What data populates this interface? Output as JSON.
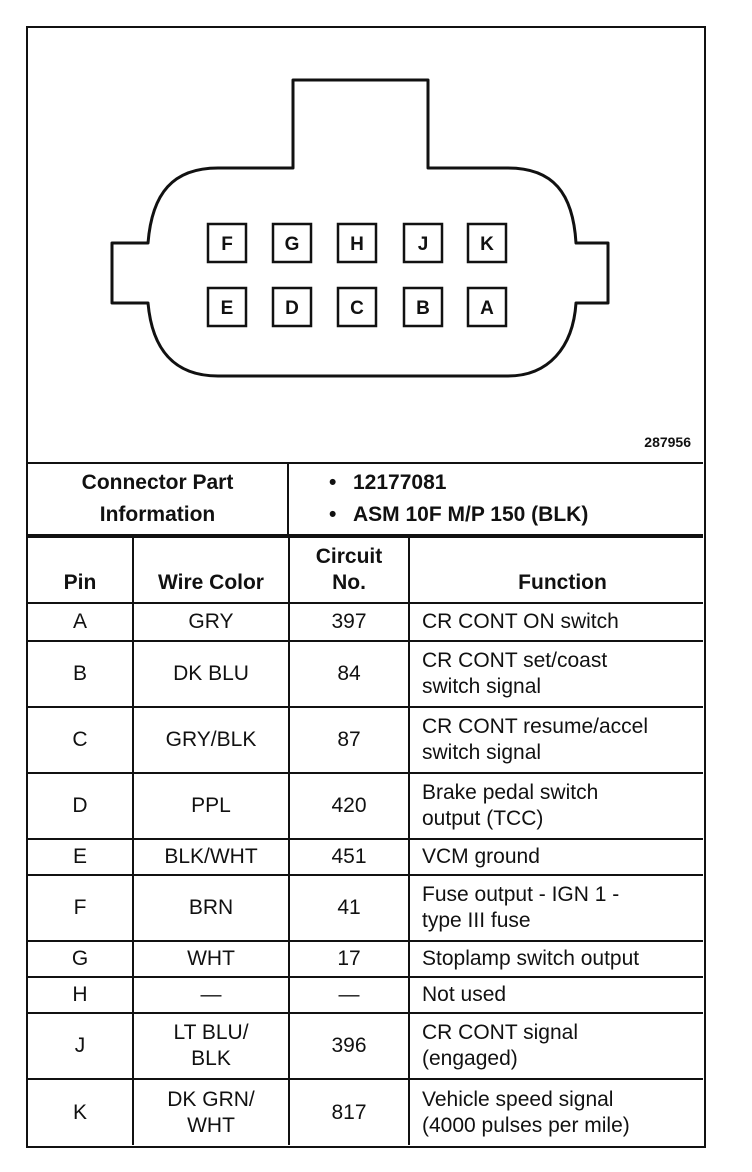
{
  "figure_id": "287956",
  "connector": {
    "pins_top_row": [
      "F",
      "G",
      "H",
      "J",
      "K"
    ],
    "pins_bottom_row": [
      "E",
      "D",
      "C",
      "B",
      "A"
    ]
  },
  "part_info": {
    "label_line1": "Connector Part",
    "label_line2": "Information",
    "bullet": "•",
    "part_number": "12177081",
    "description": "ASM 10F M/P 150 (BLK)"
  },
  "table": {
    "headers": {
      "pin": "Pin",
      "wire_color": "Wire Color",
      "circuit_line1": "Circuit",
      "circuit_line2": "No.",
      "function": "Function"
    },
    "rows": [
      {
        "pin": "A",
        "wire": [
          "GRY"
        ],
        "circuit": "397",
        "function": [
          "CR CONT ON switch"
        ]
      },
      {
        "pin": "B",
        "wire": [
          "DK BLU"
        ],
        "circuit": "84",
        "function": [
          "CR CONT set/coast",
          "switch signal"
        ]
      },
      {
        "pin": "C",
        "wire": [
          "GRY/BLK"
        ],
        "circuit": "87",
        "function": [
          "CR CONT resume/accel",
          "switch signal"
        ]
      },
      {
        "pin": "D",
        "wire": [
          "PPL"
        ],
        "circuit": "420",
        "function": [
          "Brake pedal switch",
          "output (TCC)"
        ]
      },
      {
        "pin": "E",
        "wire": [
          "BLK/WHT"
        ],
        "circuit": "451",
        "function": [
          "VCM ground"
        ]
      },
      {
        "pin": "F",
        "wire": [
          "BRN"
        ],
        "circuit": "41",
        "function": [
          "Fuse output - IGN 1 -",
          "type III fuse"
        ]
      },
      {
        "pin": "G",
        "wire": [
          "WHT"
        ],
        "circuit": "17",
        "function": [
          "Stoplamp switch output"
        ]
      },
      {
        "pin": "H",
        "wire": [
          "—"
        ],
        "circuit": "—",
        "function": [
          "Not used"
        ]
      },
      {
        "pin": "J",
        "wire": [
          "LT BLU/",
          "BLK"
        ],
        "circuit": "396",
        "function": [
          "CR CONT signal",
          "(engaged)"
        ]
      },
      {
        "pin": "K",
        "wire": [
          "DK GRN/",
          "WHT"
        ],
        "circuit": "817",
        "function": [
          "Vehicle speed signal",
          "(4000 pulses per mile)"
        ]
      }
    ]
  }
}
